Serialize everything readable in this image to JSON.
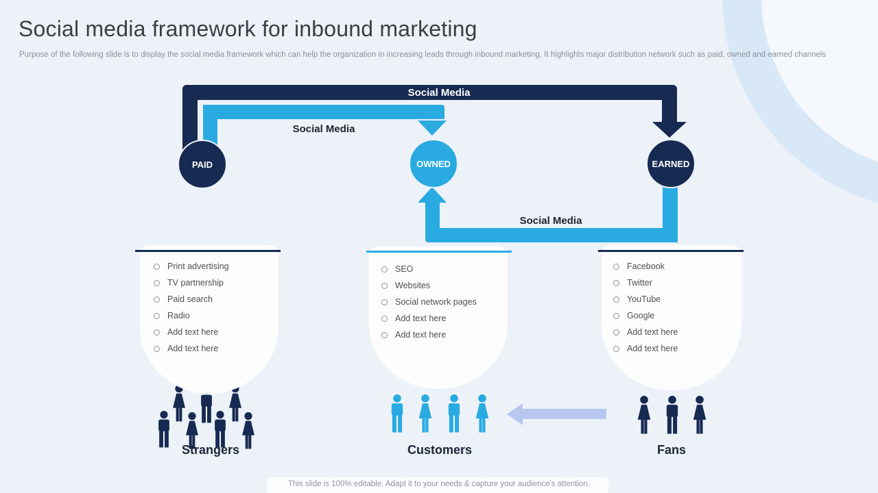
{
  "slide": {
    "title": "Social media framework for inbound marketing",
    "subtitle": "Purpose of the following slide is to display the social media framework which can help the organization in increasing leads through inbound marketing. It highlights major distribution network such as paid, owned and earned channels",
    "footer": "This slide is 100% editable. Adapt it to your needs & capture your audience's attention."
  },
  "colors": {
    "navy": "#172a52",
    "blue": "#29abe2",
    "lavender": "#b6c8f0",
    "background": "#edf2f9",
    "ring": "#d8e8f7",
    "white": "#ffffff"
  },
  "diagram": {
    "nodes": [
      {
        "id": "paid",
        "label": "PAID",
        "color": "#172a52"
      },
      {
        "id": "owned",
        "label": "OWNED",
        "color": "#29abe2"
      },
      {
        "id": "earned",
        "label": "EARNED",
        "color": "#172a52"
      }
    ],
    "arrows": [
      {
        "from": "PAID",
        "to": "EARNED",
        "label": "Social Media",
        "color": "#172a52"
      },
      {
        "from": "PAID",
        "to": "OWNED",
        "label": "Social Media",
        "color": "#29abe2"
      },
      {
        "from": "EARNED",
        "to": "OWNED",
        "label": "Social Media",
        "color": "#29abe2"
      }
    ],
    "columns": [
      {
        "node": "PAID",
        "items": [
          "Print advertising",
          "TV partnership",
          "Paid search",
          "Radio",
          "Add text here",
          "Add text here"
        ],
        "group_label": "Strangers",
        "people_count": 7,
        "people_genders": [
          "F",
          "M",
          "F",
          "M",
          "F",
          "M",
          "F"
        ],
        "people_color": "#172a52"
      },
      {
        "node": "OWNED",
        "items": [
          "SEO",
          "Websites",
          "Social network pages",
          "Add text here",
          "Add text here"
        ],
        "group_label": "Customers",
        "people_count": 4,
        "people_genders": [
          "M",
          "F",
          "M",
          "F"
        ],
        "people_color": "#29abe2"
      },
      {
        "node": "EARNED",
        "items": [
          "Facebook",
          "Twitter",
          "YouTube",
          "Google",
          "Add text here",
          "Add text here"
        ],
        "group_label": "Fans",
        "people_count": 3,
        "people_genders": [
          "F",
          "M",
          "F"
        ],
        "people_color": "#172a52"
      }
    ]
  }
}
